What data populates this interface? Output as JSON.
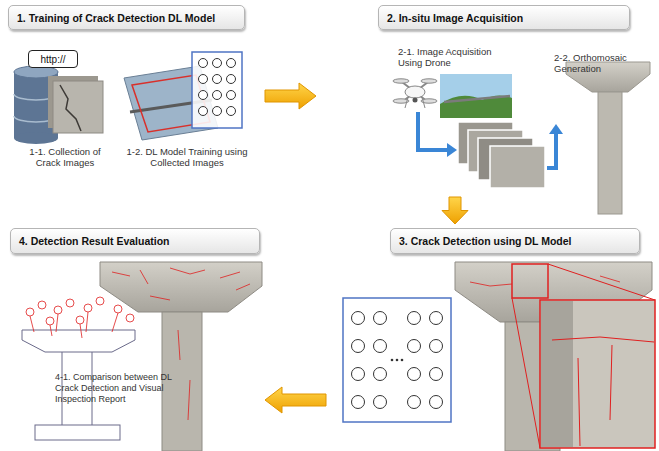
{
  "diagram": {
    "nodes": [
      {
        "text": [
          "1. Training of Crack Detection DL Model",
          "1-1. Collection of Crack Images",
          "1-2. DL Model Training using Collected Images"
        ]
      },
      {
        "text": [
          "http://"
        ],
        "in": 0
      },
      {
        "text": [
          "2. In-situ Image Acquisition",
          "2-1. Image Acquisition Using Drone",
          "2-2. Orthomosaic Generation"
        ]
      },
      {
        "text": [
          "3. Crack Detection using DL Model"
        ]
      },
      {
        "text": [
          "4. Detection Result Evaluation",
          "4-1. Comparison between DL Crack Detection and Visual Inspection Report"
        ]
      }
    ],
    "edges": [
      {
        "from": 0,
        "to": 2,
        "arrow": "to"
      },
      {
        "from": 2,
        "to": 3,
        "arrow": "to"
      },
      {
        "from": 3,
        "to": 4,
        "arrow": "to"
      }
    ]
  }
}
